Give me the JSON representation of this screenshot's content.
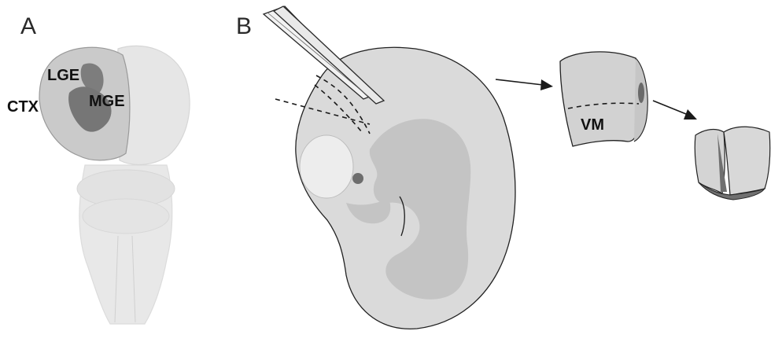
{
  "panels": {
    "a": {
      "letter": "A",
      "labels": {
        "ctx": "CTX",
        "lge": "LGE",
        "mge": "MGE"
      }
    },
    "b": {
      "letter": "B",
      "labels": {
        "vm": "VM"
      }
    }
  },
  "colors": {
    "brain_faint": "#e6e6e6",
    "hemisphere": "#c8c8c8",
    "eminence": "#7a7a7a",
    "embryo": "#dadada",
    "embryo_inner": "#c4c4c4",
    "eye": "#ededed",
    "dark_tissue": "#6d6d6d",
    "line": "#1a1a1a"
  }
}
